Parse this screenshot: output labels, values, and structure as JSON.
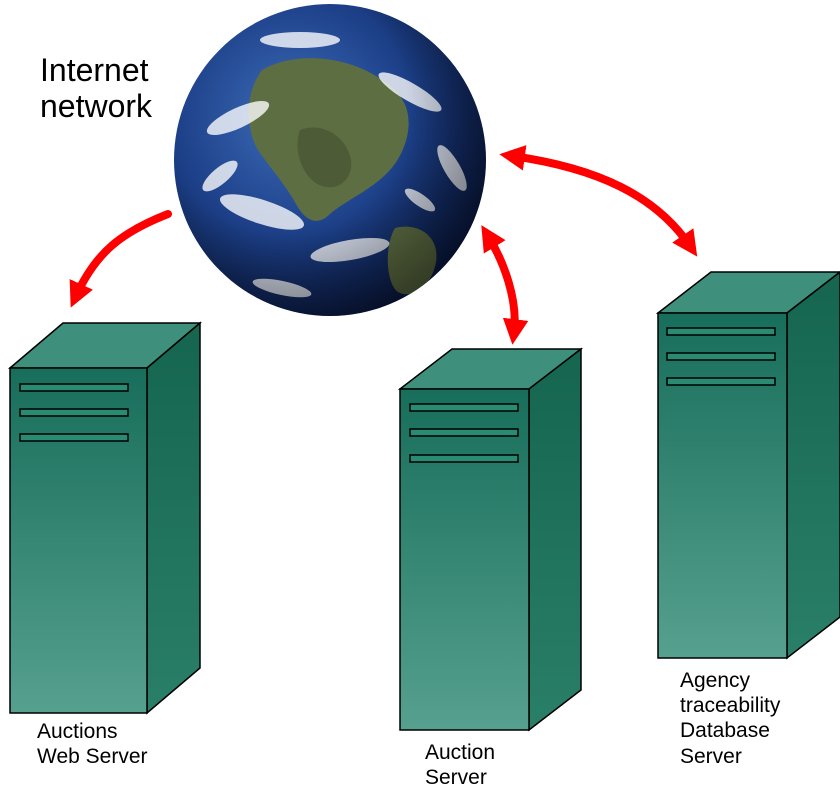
{
  "internet": {
    "label_lines": [
      "Internet",
      "network"
    ],
    "globe_icon": "earth-globe-icon"
  },
  "servers": [
    {
      "id": "web",
      "label_lines": [
        "Auctions",
        "Web Server"
      ],
      "icon": "server-tower-icon"
    },
    {
      "id": "auction",
      "label_lines": [
        "Auction",
        "Server"
      ],
      "icon": "server-tower-icon"
    },
    {
      "id": "db",
      "label_lines": [
        "Agency",
        "traceability",
        "Database",
        "Server"
      ],
      "icon": "server-tower-icon"
    }
  ],
  "connections": [
    {
      "from": "internet",
      "to": "web",
      "direction": "one-way"
    },
    {
      "from": "internet",
      "to": "auction",
      "direction": "two-way"
    },
    {
      "from": "internet",
      "to": "db",
      "direction": "two-way"
    }
  ],
  "colors": {
    "server_front_top": "#176E5A",
    "server_front_bottom": "#56A08F",
    "server_side": "#1A6F58",
    "server_top": "#3E907D",
    "arrow": "#FF0000",
    "ocean": "#1C3F87",
    "land": "#5E6E43"
  }
}
